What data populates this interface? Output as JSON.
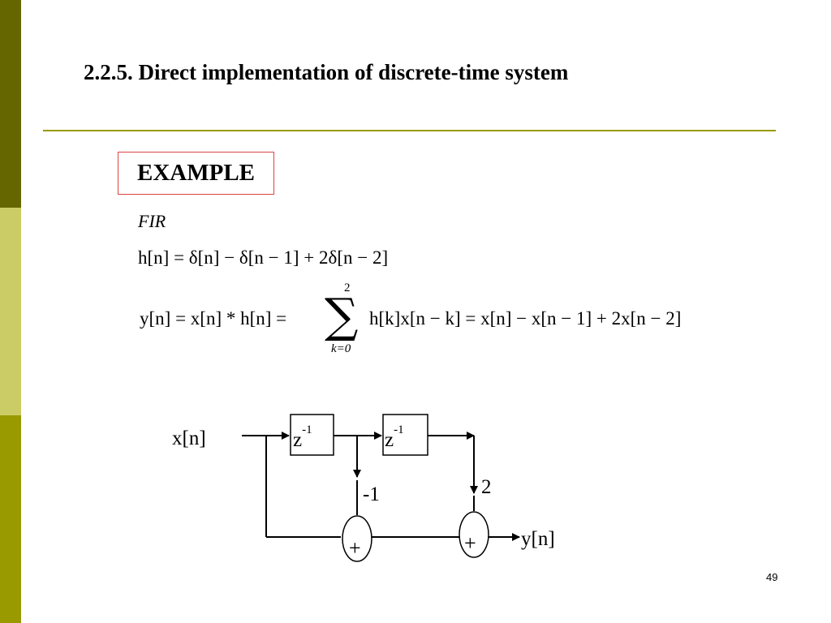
{
  "slide": {
    "title": "2.2.5. Direct implementation of  discrete-time system",
    "example_label": "EXAMPLE",
    "filter_type": "FIR",
    "equations": {
      "impulse_response": "h[n] = δ[n] − δ[n − 1] + 2δ[n − 2]",
      "output_left": "y[n] = x[n] * h[n] =",
      "sum_upper": "2",
      "sum_lower": "k=0",
      "output_right": "h[k]x[n − k] = x[n] − x[n − 1] + 2x[n − 2]"
    },
    "page_number": "49"
  },
  "diagram": {
    "input_label": "x[n]",
    "output_label": "y[n]",
    "delay_label": "z",
    "delay_exponent": "-1",
    "gain_1": "-1",
    "gain_2": "2",
    "adder_symbol": "+"
  },
  "colors": {
    "sidebar_top": "#666600",
    "sidebar_mid": "#cccc66",
    "sidebar_bottom": "#999900",
    "title_rule": "#999900",
    "example_border": "#dd4444"
  }
}
